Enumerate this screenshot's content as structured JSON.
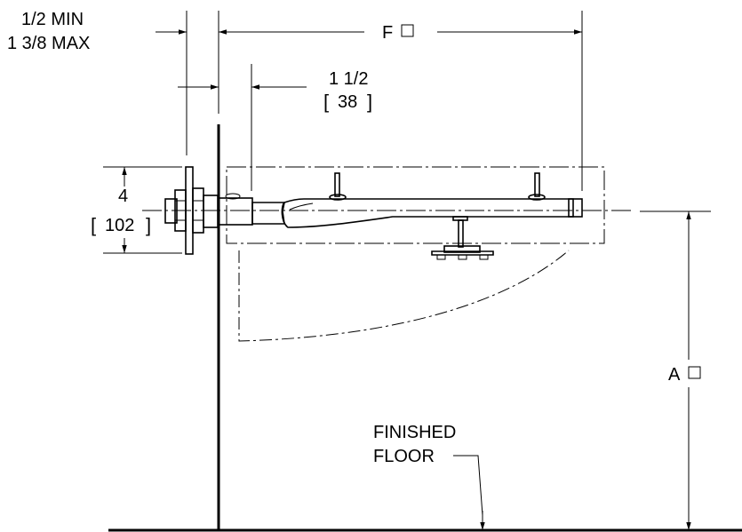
{
  "labels": {
    "min_clearance": "1/2 MIN",
    "max_clearance": "1 3/8 MAX",
    "dimension_f": "F",
    "offset_in": "1 1/2",
    "offset_mm": "38",
    "height_in": "4",
    "height_mm": "102",
    "dimension_a": "A",
    "finished_floor_1": "FINISHED",
    "finished_floor_2": "FLOOR"
  },
  "colors": {
    "line": "#000000",
    "background": "#ffffff"
  }
}
